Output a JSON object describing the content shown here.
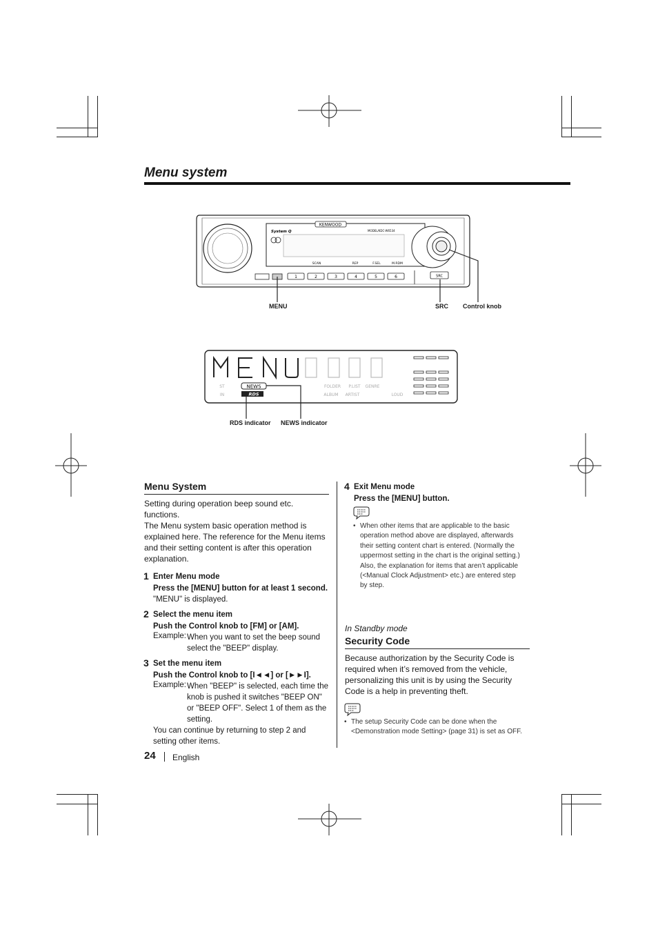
{
  "page": {
    "title": "Menu system",
    "page_number": "24",
    "language": "English"
  },
  "figure1": {
    "labels": {
      "menu": "MENU",
      "src": "SRC",
      "control_knob": "Control knob"
    },
    "device_text": {
      "brand": "KENWOOD",
      "system": "System Q",
      "model": "MODEL/KDC-W6534",
      "bottom_row": [
        "SCAN",
        "REP",
        "F.SEL",
        "M.RDM"
      ],
      "presets": [
        "1",
        "2",
        "3",
        "4",
        "5",
        "6"
      ],
      "src_button": "SRC"
    }
  },
  "figure2": {
    "labels": {
      "rds": "RDS indicator",
      "news": "NEWS indicator"
    },
    "display_text": "MENU",
    "indicators": [
      "NEWS",
      "RDS",
      "ST",
      "IN",
      "FOLDER",
      "P.LIST",
      "GENRE",
      "ALBUM",
      "ARTIST",
      "LOUD"
    ]
  },
  "left": {
    "heading": "Menu System",
    "intro": [
      "Setting during operation beep sound etc.",
      "functions.",
      "The Menu system basic operation method is",
      "explained here. The reference for the Menu items",
      "and their setting content is after this operation",
      "explanation."
    ],
    "step1": {
      "num": "1",
      "title": "Enter Menu mode",
      "action": "Press the [MENU] button for at least 1 second.",
      "result": "\"MENU\" is displayed."
    },
    "step2": {
      "num": "2",
      "title": "Select the menu item",
      "action": "Push the Control knob to [FM] or [AM].",
      "example_key": "Example:",
      "example": [
        "When you want to set the beep sound",
        "select the \"BEEP\" display."
      ]
    },
    "step3": {
      "num": "3",
      "title": "Set the menu item",
      "action": "Push the Control knob to [I◄◄] or [►►I].",
      "example_key": "Example:",
      "example": [
        "When \"BEEP\" is selected, each time the",
        "knob is pushed it switches \"BEEP ON\"",
        "or \"BEEP OFF\". Select 1 of them as the",
        "setting."
      ],
      "continue": [
        "You can continue by returning to step 2 and",
        "setting other items."
      ]
    }
  },
  "right": {
    "step4": {
      "num": "4",
      "title": "Exit Menu mode",
      "action": "Press the [MENU] button.",
      "note": [
        "When other items that are applicable to the basic",
        "operation method above are displayed, afterwards",
        "their setting content chart is entered. (Normally the",
        "uppermost setting in the chart is the original setting.)",
        "Also, the explanation for items that aren’t applicable",
        "(<Manual Clock Adjustment> etc.) are entered step",
        "by step."
      ]
    },
    "standby": "In Standby mode",
    "security": {
      "heading": "Security Code",
      "body": [
        "Because authorization by the Security Code is",
        "required when it’s removed from the vehicle,",
        "personalizing this unit is by using the Security",
        "Code is a help in preventing theft."
      ],
      "note": [
        "The setup Security Code can be done when the",
        "<Demonstration mode Setting> (page 31) is set as OFF."
      ]
    }
  },
  "colors": {
    "ink": "#1a1a1a",
    "background": "#ffffff"
  }
}
